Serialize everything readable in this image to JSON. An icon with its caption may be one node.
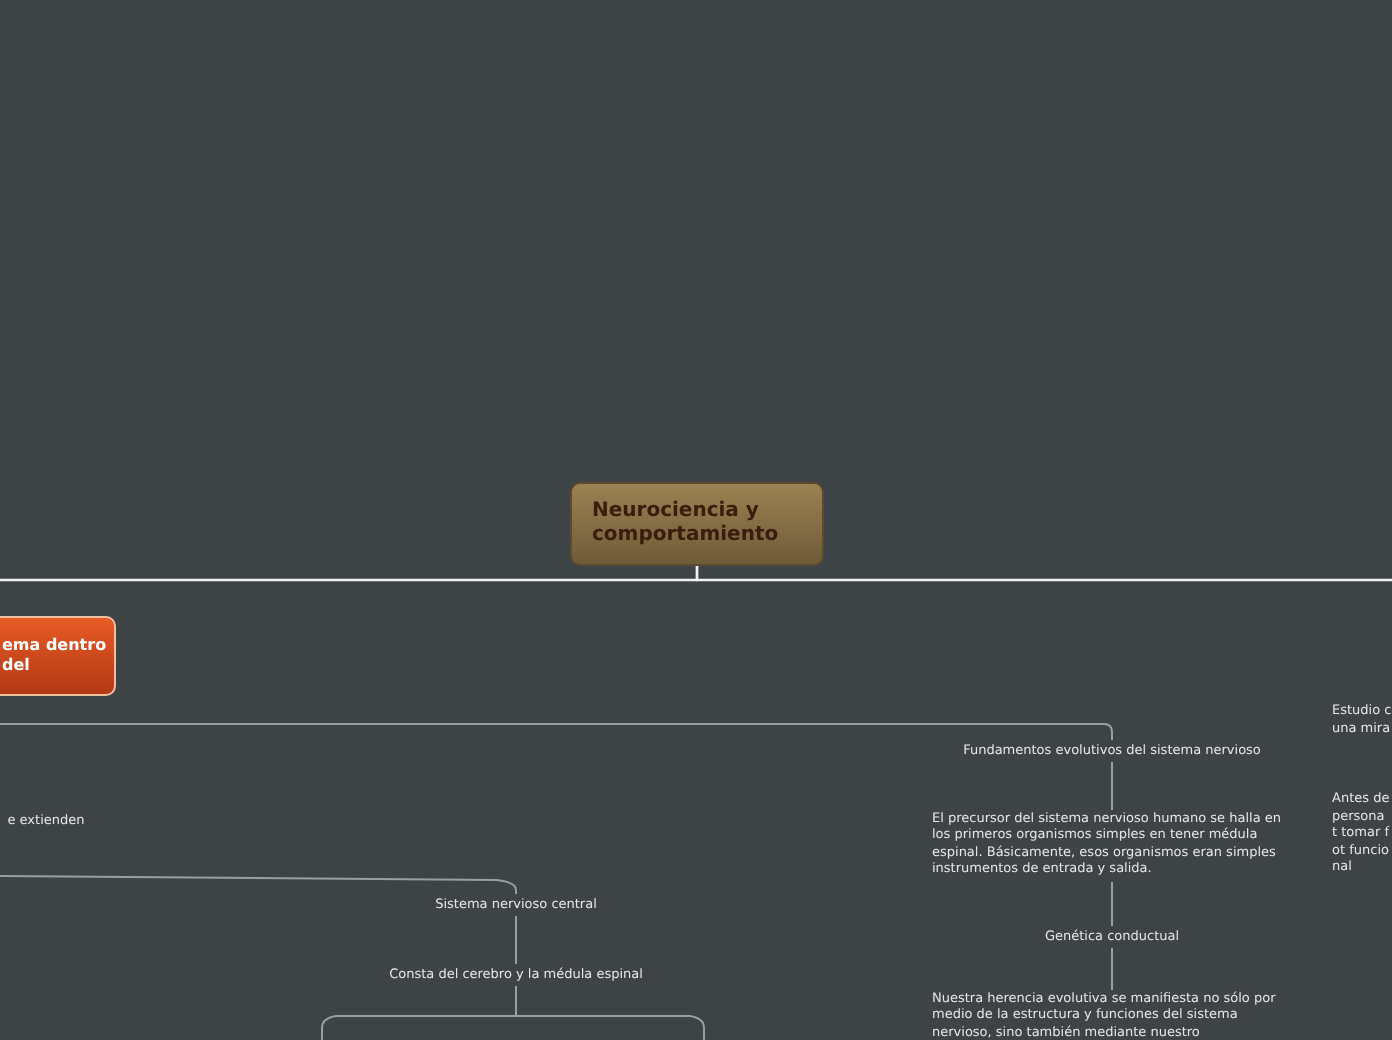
{
  "diagram": {
    "nodes": [
      {
        "text": [
          "Neurociencia y comportamiento"
        ]
      },
      {
        "text": [
          "ema dentro del"
        ]
      },
      {
        "text": [
          "e extienden"
        ]
      },
      {
        "text": [
          "Sistema nervioso central"
        ]
      },
      {
        "text": [
          "Consta del cerebro y la médula espinal"
        ]
      },
      {
        "text": [
          "Fundamentos evolutivos del sistema nervioso"
        ]
      },
      {
        "text": [
          "El precursor del sistema nervioso humano se halla en los primeros organismos simples en tener médula espinal. Básicamente, esos organismos eran simples instrumentos de entrada y salida."
        ]
      },
      {
        "text": [
          "Genética conductual"
        ]
      },
      {
        "text": [
          "Nuestra herencia evolutiva se manifiesta no sólo por medio de la estructura y funciones del sistema nervioso, sino también mediante nuestro"
        ]
      },
      {
        "text": [
          "Estudio c una mira"
        ]
      },
      {
        "text": [
          "Antes de persona t tomar fot funcional"
        ]
      }
    ],
    "edges": [
      {
        "from": 0,
        "to": null,
        "arrow": "none"
      },
      {
        "from": 0,
        "to": null,
        "arrow": "none"
      },
      {
        "from": null,
        "to": 5,
        "arrow": "none"
      },
      {
        "from": null,
        "to": 3,
        "arrow": "none"
      },
      {
        "from": 3,
        "to": 4,
        "arrow": "none"
      },
      {
        "from": 4,
        "to": null,
        "arrow": "none"
      },
      {
        "from": 4,
        "to": null,
        "arrow": "none"
      },
      {
        "from": 5,
        "to": 6,
        "arrow": "none"
      },
      {
        "from": 6,
        "to": 7,
        "arrow": "none"
      },
      {
        "from": 7,
        "to": 8,
        "arrow": "none"
      }
    ]
  }
}
